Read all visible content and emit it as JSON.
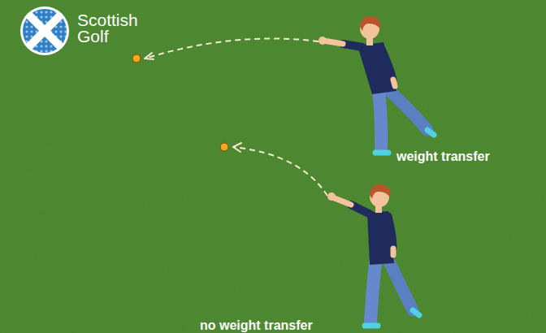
{
  "diagram": {
    "labels": [
      "Scottish Golf",
      "weight transfer",
      "no weight transfer"
    ]
  }
}
